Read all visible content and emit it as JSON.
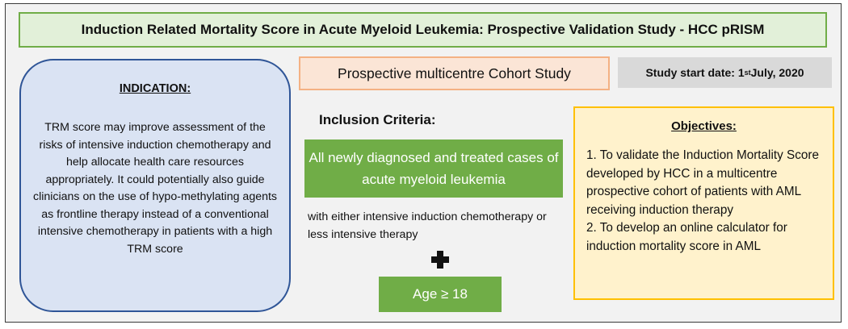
{
  "title": "Induction Related Mortality Score in Acute Myeloid Leukemia: Prospective Validation Study - HCC pRISM",
  "indication": {
    "heading": "INDICATION:",
    "text": "TRM score may improve assessment of the risks of intensive induction chemotherapy and help allocate health care resources appropriately. It could potentially also guide clinicians on the use of hypo-methylating agents as frontline therapy instead of a conventional intensive chemotherapy in patients with a high TRM score"
  },
  "study_type": "Prospective multicentre Cohort Study",
  "start_date": {
    "prefix": "Study start date: 1",
    "superscript": "st",
    "suffix": " July, 2020"
  },
  "inclusion": {
    "label": "Inclusion Criteria:",
    "criteria": "All newly diagnosed and treated cases of acute myeloid leukemia",
    "note": "with either intensive induction chemotherapy or less intensive therapy",
    "age": "Age ≥ 18"
  },
  "objectives": {
    "heading": "Objectives:",
    "items": [
      "1. To validate the Induction Mortality Score developed by HCC in a multicentre prospective cohort of patients with AML receiving induction therapy",
      "2. To develop an online calculator for induction mortality score in AML"
    ]
  },
  "colors": {
    "title_border": "#70ad47",
    "title_fill": "#e2f0d9",
    "indication_border": "#2f5597",
    "indication_fill": "#dae3f3",
    "study_border": "#f4b183",
    "study_fill": "#fbe5d6",
    "date_fill": "#d9d9d9",
    "criteria_fill": "#70ad47",
    "objectives_border": "#ffc000",
    "objectives_fill": "#fff2cc"
  },
  "icons": {
    "connector": "plus-icon"
  }
}
